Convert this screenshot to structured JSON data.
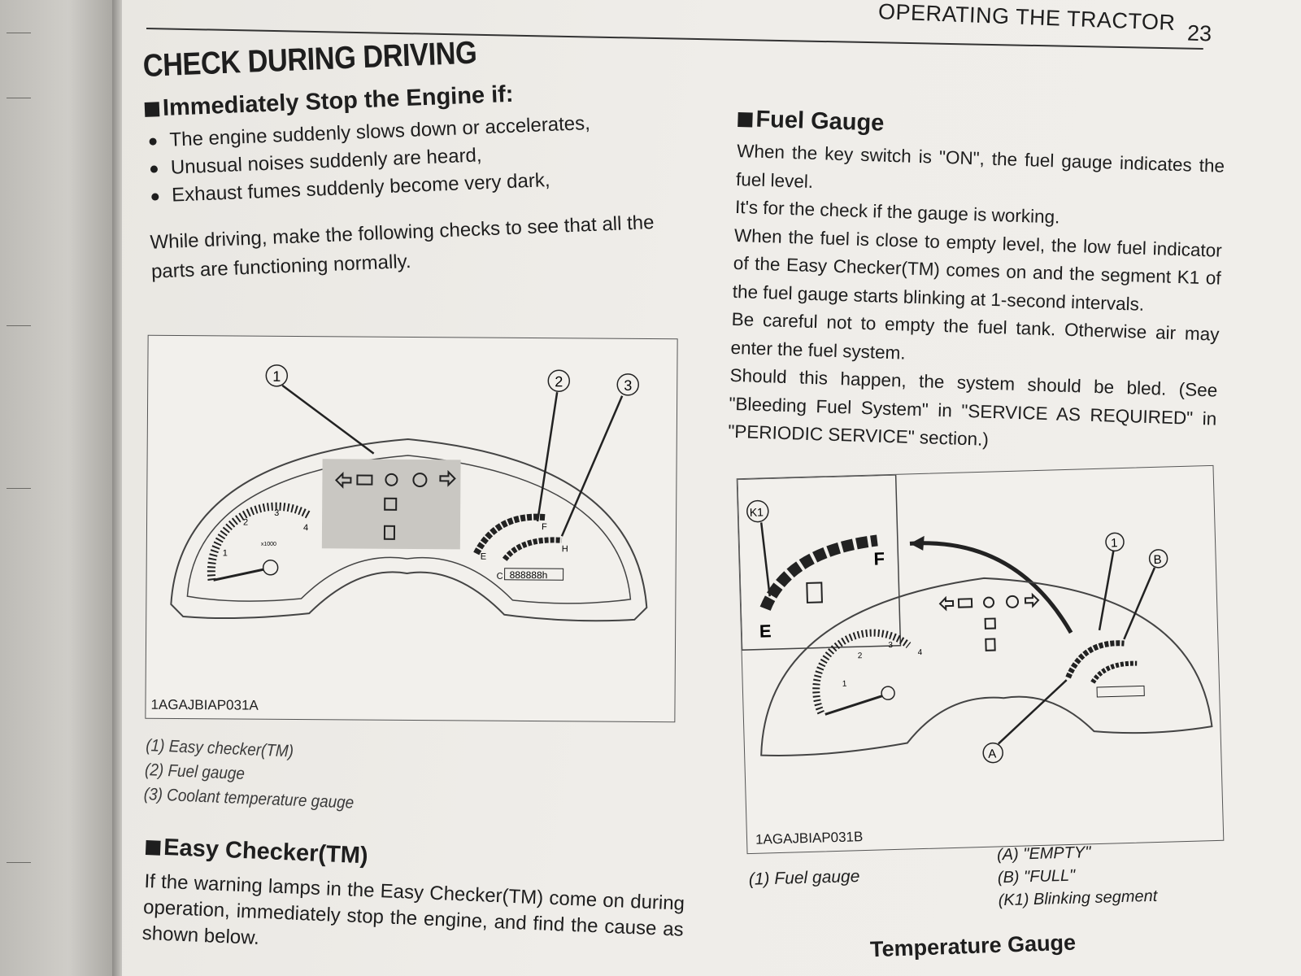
{
  "header": {
    "title": "OPERATING THE TRACTOR",
    "page_number": "23"
  },
  "left_column": {
    "section_title": "CHECK DURING DRIVING",
    "stop_heading": "Immediately Stop the Engine if:",
    "bullets": [
      "The engine suddenly slows down or accelerates,",
      "Unusual noises suddenly are heard,",
      "Exhaust fumes suddenly become very dark,"
    ],
    "intro_paragraph": "While driving, make the following checks to see that all the parts are functioning normally."
  },
  "figure1": {
    "code": "1AGAJBIAP031A",
    "callouts": [
      "1",
      "2",
      "3"
    ],
    "tacho_ticks": [
      "1",
      "2",
      "3",
      "4"
    ],
    "tacho_unit": "x1000",
    "gauge_letters": [
      "E",
      "F",
      "C",
      "H"
    ],
    "hour_meter": "888888h",
    "captions": [
      "(1) Easy checker(TM)",
      "(2) Fuel gauge",
      "(3) Coolant temperature gauge"
    ]
  },
  "easy_checker": {
    "heading": "Easy Checker(TM)",
    "paragraph": "If the warning lamps in the Easy Checker(TM) come on during operation, immediately stop the engine, and find the cause as shown below."
  },
  "fuel_gauge": {
    "heading": "Fuel Gauge",
    "paragraphs": [
      "When the key switch is \"ON\", the fuel gauge indicates the fuel level.",
      "It's for the check if the gauge is working.",
      "When the fuel is close to empty level, the low fuel indicator of the Easy Checker(TM) comes on and the segment K1 of the fuel gauge starts blinking at 1-second intervals.",
      "Be careful not to empty the fuel tank. Otherwise air may enter the fuel system.",
      "Should this happen, the system should be bled. (See \"Bleeding Fuel System\" in \"SERVICE AS REQUIRED\" in \"PERIODIC SERVICE\" section.)"
    ]
  },
  "figure2": {
    "code": "1AGAJBIAP031B",
    "callouts": [
      "K1",
      "1",
      "B",
      "A"
    ],
    "inset_letters": [
      "E",
      "F"
    ],
    "tacho_ticks": [
      "1",
      "2",
      "3",
      "4"
    ],
    "caption_left": "(1) Fuel gauge",
    "caption_right": [
      "(A) \"EMPTY\"",
      "(B) \"FULL\"",
      "(K1) Blinking segment"
    ]
  },
  "bottom_heading": "Temperature Gauge"
}
